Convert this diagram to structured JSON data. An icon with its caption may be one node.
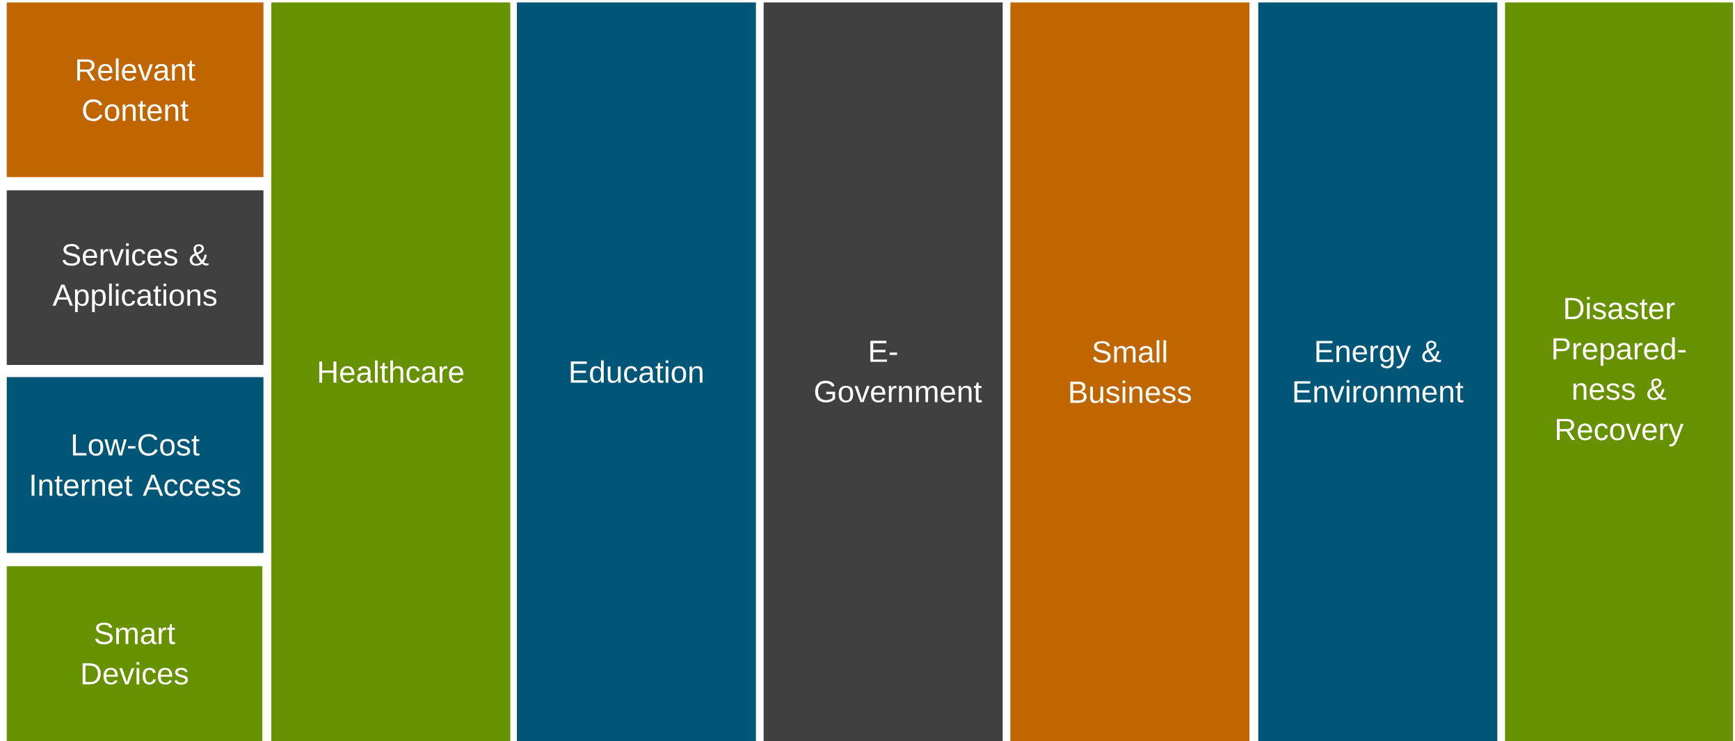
{
  "diagram": {
    "nodes": [
      {
        "text": [
          "Relevant Content"
        ]
      },
      {
        "text": [
          "Services & Applications"
        ]
      },
      {
        "text": [
          "Low-Cost Internet Access"
        ]
      },
      {
        "text": [
          "Smart Devices"
        ]
      },
      {
        "text": [
          "Healthcare"
        ]
      },
      {
        "text": [
          "Education"
        ]
      },
      {
        "text": [
          "E-Government"
        ]
      },
      {
        "text": [
          "Small Business"
        ]
      },
      {
        "text": [
          "Energy & Environment"
        ]
      },
      {
        "text": [
          "Disaster Prepared-ness & Recovery"
        ]
      }
    ]
  }
}
